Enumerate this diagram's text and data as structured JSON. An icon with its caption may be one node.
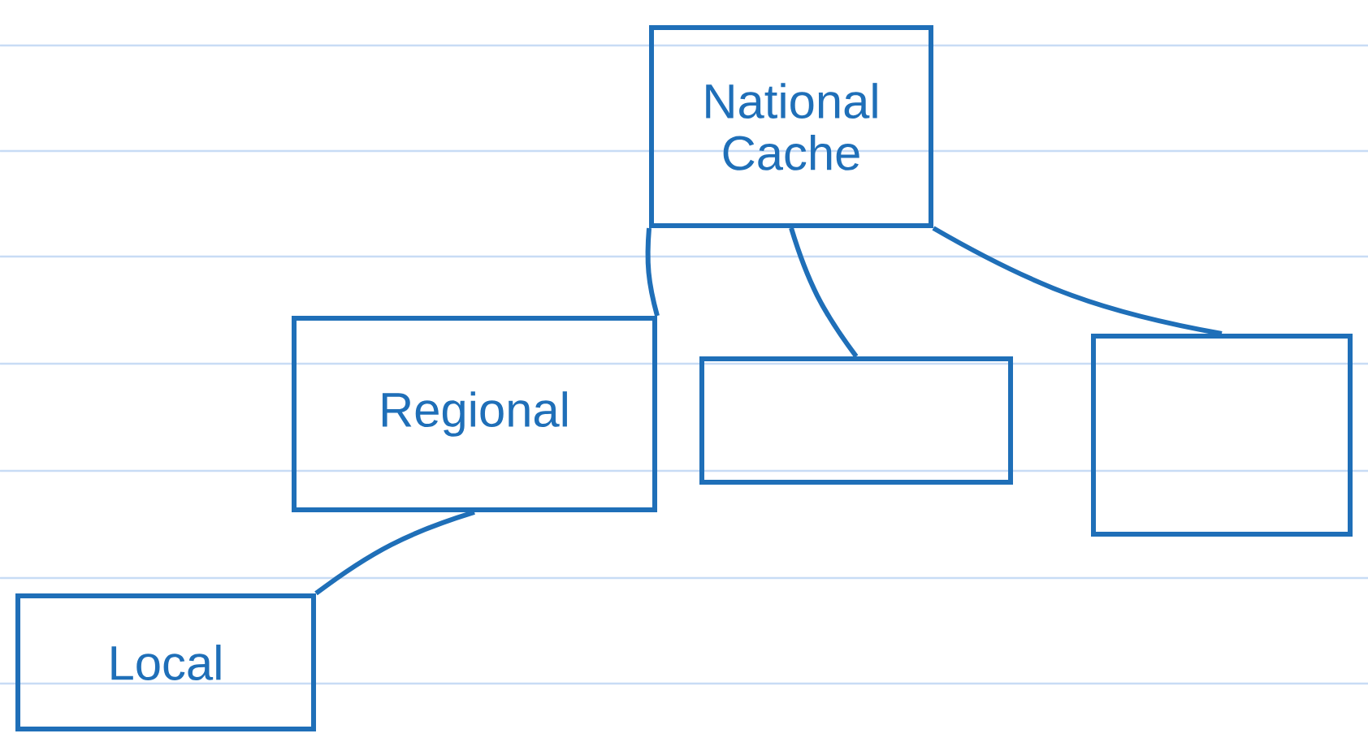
{
  "diagram": {
    "nodes": [
      {
        "text": [
          "National Cache"
        ]
      },
      {
        "text": [
          "Regional"
        ]
      },
      {
        "text": [],
        "shape": "box"
      },
      {
        "text": [],
        "shape": "box"
      },
      {
        "text": [
          "Local"
        ]
      }
    ],
    "edges": [
      {
        "from": 0,
        "to": 1,
        "arrow": "none"
      },
      {
        "from": 0,
        "to": 2,
        "arrow": "none"
      },
      {
        "from": 0,
        "to": 3,
        "arrow": "none"
      },
      {
        "from": 1,
        "to": 4,
        "arrow": "none"
      }
    ]
  }
}
